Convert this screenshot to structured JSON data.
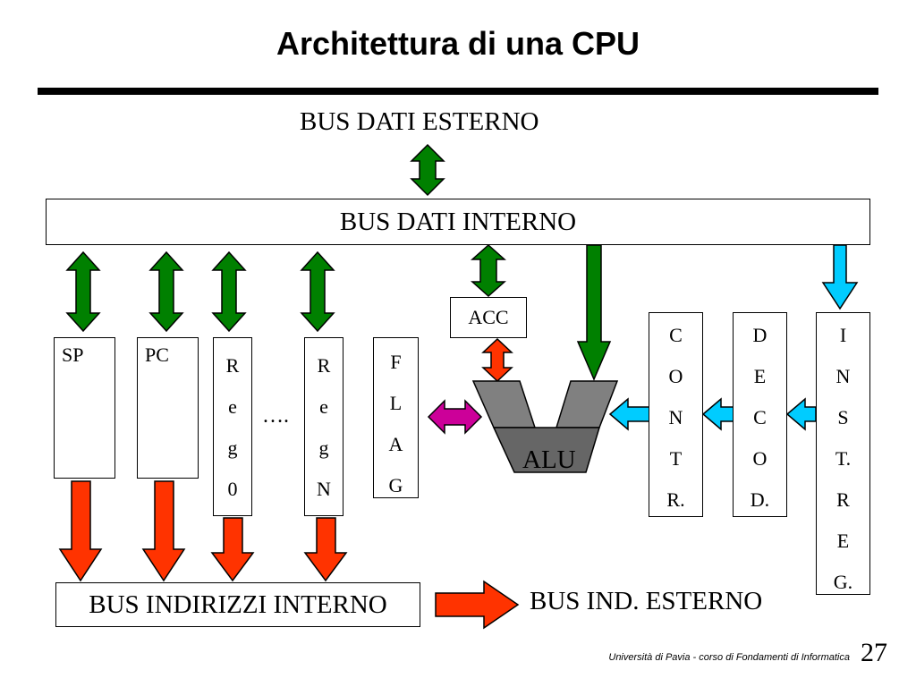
{
  "slide": {
    "title": "Architettura di una CPU",
    "footer": "Università di Pavia  - corso di Fondamenti di Informatica",
    "page_number": "27"
  },
  "diagram": {
    "bus_dati_esterno": "BUS DATI ESTERNO",
    "bus_dati_interno": "BUS DATI INTERNO",
    "bus_indirizzi_interno": "BUS INDIRIZZI INTERNO",
    "bus_ind_esterno": "BUS IND. ESTERNO",
    "sp": "SP",
    "pc": "PC",
    "reg0": [
      "R",
      "e",
      "g",
      "0"
    ],
    "ellipsis": "….",
    "regN": [
      "R",
      "e",
      "g",
      "N"
    ],
    "flag": [
      "F",
      "L",
      "A",
      "G"
    ],
    "acc": "ACC",
    "alu": "ALU",
    "contr": [
      "C",
      "O",
      "N",
      "T",
      "R."
    ],
    "decod": [
      "D",
      "E",
      "C",
      "O",
      "D."
    ],
    "instreg": [
      "I",
      "N",
      "S",
      "T.",
      "R",
      "E",
      "G."
    ],
    "colors": {
      "data_arrow": "#008000",
      "address_arrow": "#ff3300",
      "control_arrow": "#00ccff",
      "flag_arrow": "#cc0099",
      "alu_top": "#808080",
      "alu_bottom": "#666666"
    }
  }
}
